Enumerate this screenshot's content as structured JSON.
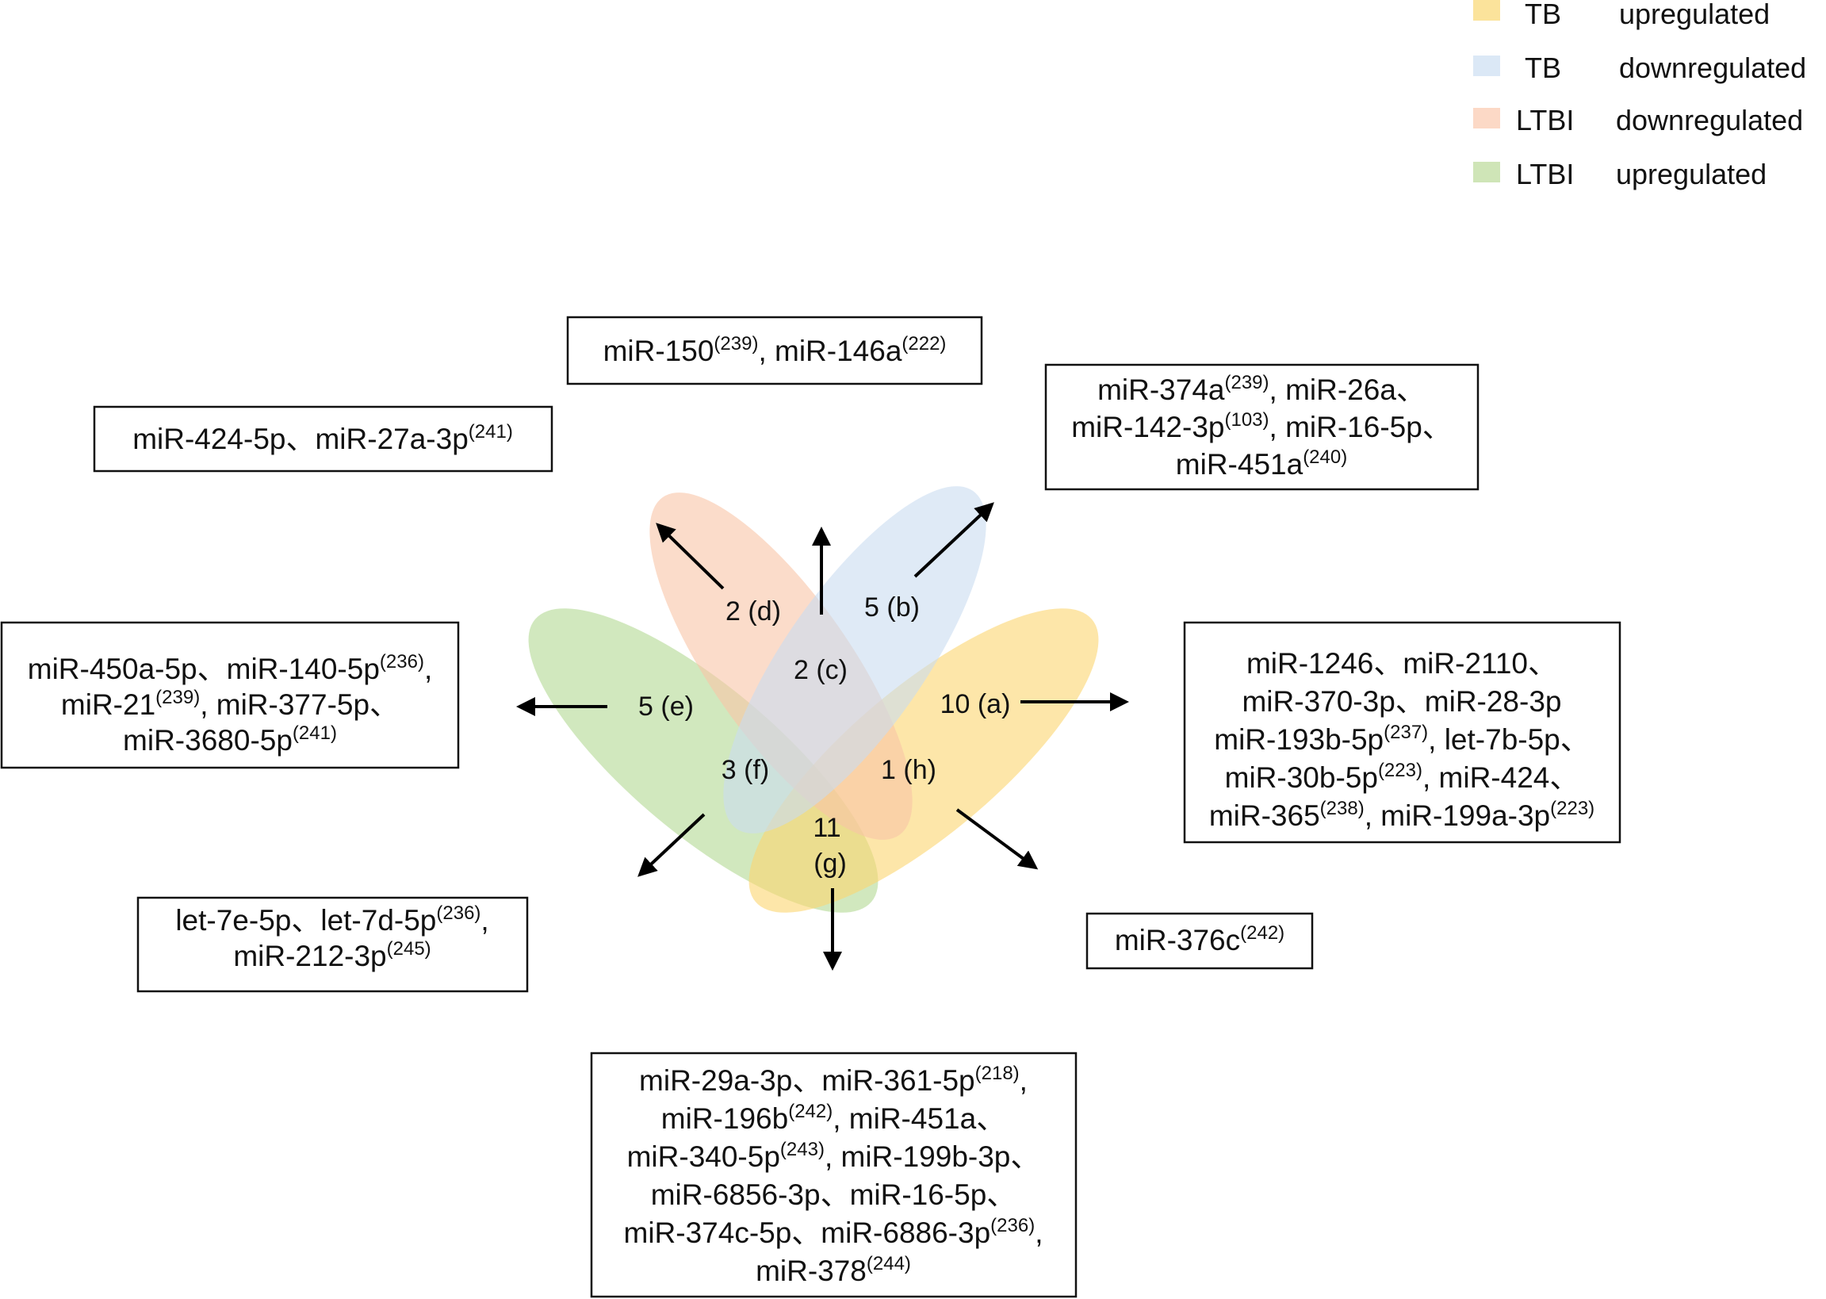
{
  "legend": [
    {
      "group": "TB",
      "direction": "upregulated",
      "color": "#fbe39b"
    },
    {
      "group": "TB",
      "direction": "downregulated",
      "color": "#dbe8f6"
    },
    {
      "group": "LTBI",
      "direction": "downregulated",
      "color": "#fcd9c6"
    },
    {
      "group": "LTBI",
      "direction": "upregulated",
      "color": "#cfe5b7"
    }
  ],
  "regions": {
    "a": "10 (a)",
    "b": "5 (b)",
    "c": "2 (c)",
    "d": "2 (d)",
    "e": "5 (e)",
    "f": "3 (f)",
    "g_count": "11",
    "g_letter": "(g)",
    "h": "1 (h)"
  },
  "boxes": {
    "top": [
      [
        {
          "t": "miR-150"
        },
        {
          "s": "(239)"
        },
        {
          "t": ", miR-146a"
        },
        {
          "s": "(222)"
        }
      ]
    ],
    "top_left": [
      [
        {
          "t": "miR-424-5p、miR-27a-3p"
        },
        {
          "s": "(241)"
        }
      ]
    ],
    "top_right": [
      [
        {
          "t": "miR-374a"
        },
        {
          "s": "(239)"
        },
        {
          "t": ", miR-26a、"
        }
      ],
      [
        {
          "t": "miR-142-3p"
        },
        {
          "s": "(103)"
        },
        {
          "t": ", miR-16-5p、"
        }
      ],
      [
        {
          "t": "miR-451a"
        },
        {
          "s": "(240)"
        }
      ]
    ],
    "left": [
      [
        {
          "t": "miR-450a-5p、miR-140-5p"
        },
        {
          "s": "(236)"
        },
        {
          "t": ","
        }
      ],
      [
        {
          "t": "miR-21"
        },
        {
          "s": "(239)"
        },
        {
          "t": ", miR-377-5p、"
        }
      ],
      [
        {
          "t": "miR-3680-5p"
        },
        {
          "s": "(241)"
        }
      ]
    ],
    "right": [
      [
        {
          "t": "miR-1246、miR-2110、"
        }
      ],
      [
        {
          "t": "miR-370-3p、miR-28-3p"
        }
      ],
      [
        {
          "t": "miR-193b-5p"
        },
        {
          "s": "(237)"
        },
        {
          "t": ", let-7b-5p、"
        }
      ],
      [
        {
          "t": "miR-30b-5p"
        },
        {
          "s": "(223)"
        },
        {
          "t": ", miR-424、"
        }
      ],
      [
        {
          "t": "miR-365"
        },
        {
          "s": "(238)"
        },
        {
          "t": ", miR-199a-3p"
        },
        {
          "s": "(223)"
        }
      ]
    ],
    "bottom_left": [
      [
        {
          "t": "let-7e-5p、let-7d-5p"
        },
        {
          "s": "(236)"
        },
        {
          "t": ","
        }
      ],
      [
        {
          "t": "miR-212-3p"
        },
        {
          "s": "(245)"
        }
      ]
    ],
    "bottom_right": [
      [
        {
          "t": "miR-376c"
        },
        {
          "s": "(242)"
        }
      ]
    ],
    "bottom": [
      [
        {
          "t": "miR-29a-3p、miR-361-5p"
        },
        {
          "s": "(218)"
        },
        {
          "t": ","
        }
      ],
      [
        {
          "t": "miR-196b"
        },
        {
          "s": "(242)"
        },
        {
          "t": ", miR-451a、"
        }
      ],
      [
        {
          "t": "miR-340-5p"
        },
        {
          "s": "(243)"
        },
        {
          "t": ", miR-199b-3p、"
        }
      ],
      [
        {
          "t": "miR-6856-3p、miR-16-5p、"
        }
      ],
      [
        {
          "t": "miR-374c-5p、miR-6886-3p"
        },
        {
          "s": "(236)"
        },
        {
          "t": ","
        }
      ],
      [
        {
          "t": "miR-378"
        },
        {
          "s": "(244)"
        }
      ]
    ]
  }
}
